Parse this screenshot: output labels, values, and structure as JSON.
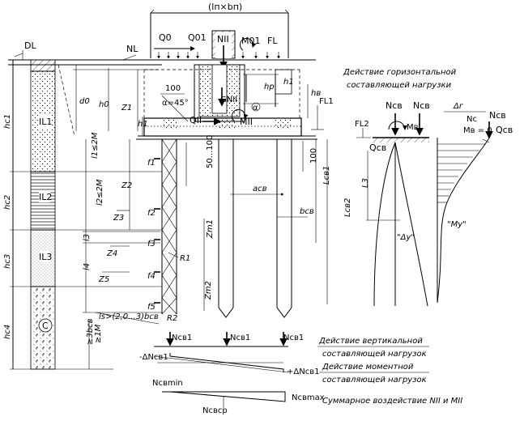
{
  "top": {
    "ln_bn": "(lп×bп)",
    "N_II": "NII",
    "Q0": "Q0",
    "Q01": "Q01",
    "M01": "M01",
    "FL": "FL",
    "DL": "DL",
    "NL": "NL",
    "d0": "d0",
    "h0": "h0",
    "Z1": "Z1",
    "hp": "hр",
    "h1": "h1",
    "hB": "hв",
    "angle": "α=45°",
    "dim100a": "100",
    "G_NII": "GNII",
    "Q_II": "QII",
    "M_II": "MII",
    "alpha": "α",
    "FL1": "FL1",
    "dim100b": "100",
    "dim50_100": "50...100"
  },
  "soil": {
    "layers": [
      {
        "h": "hc1",
        "I": "IL1"
      },
      {
        "h": "hc2",
        "I": "IL2"
      },
      {
        "h": "hc3",
        "I": "IL3"
      },
      {
        "h": "hc4",
        "I": "C"
      }
    ],
    "dim_3bcb": "≥3bcв",
    "dim_1M": "≥1М"
  },
  "pile_dims": {
    "l1_2M": "l1≤2М",
    "l2_2M": "l2≤2М",
    "l3": "l3",
    "l4": "l4",
    "f1": "f1",
    "f2": "f2",
    "f3": "f3",
    "f4": "f4",
    "f5": "f5",
    "z2": "Z2",
    "z3": "Z3",
    "z4": "Z4",
    "z5": "Z5",
    "zm1": "Zm1",
    "zm2": "Zm2",
    "R1": "R1",
    "R2": "R2",
    "lcb1": "Lcв1",
    "lcb2": "Lcв2",
    "acb": "acв",
    "bcb": "bcв",
    "ls": "ls>(2,0...3)bcв"
  },
  "horizontal": {
    "title_line1": "Действие горизонтальной",
    "title_line2": "составляющей нагрузки",
    "Ncb_left": "Ncв",
    "Ncb_mid": "Ncв",
    "Ncb_right": "Ncв",
    "Nc": "Nc",
    "Mb": "Mв",
    "Mb_eq": "Мв = 0",
    "Qcb_left": "Qcв",
    "Qcb_right": "Qcв",
    "FL2": "FL2",
    "delta_r": "Δг",
    "l3": "L3",
    "delta_y": "\"Δу\"",
    "My": "\"Му\""
  },
  "vertical": {
    "N1": "Ncв1",
    "N2": "Ncв1",
    "N3": "Ncв1",
    "caption1": "Действие вертикальной",
    "caption2": "составляющей нагрузок",
    "dN_left": "-ΔNcв1",
    "dN_right": "+ΔNcв1",
    "caption3": "Действие моментной",
    "caption4": "составляющей нагрузок",
    "Nmin": "Ncвmin",
    "Nmax": "Ncвmax",
    "Nsr": "Ncвср",
    "caption5": "Суммарное воздействие NII и MII"
  }
}
